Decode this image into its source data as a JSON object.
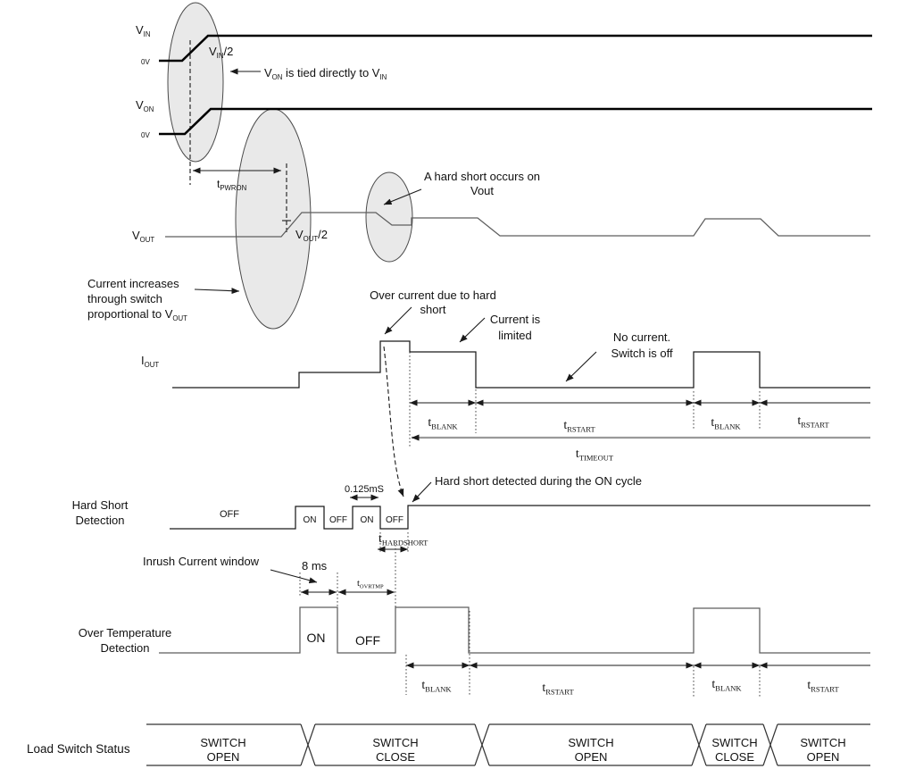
{
  "signals": {
    "vin": {
      "sym": "V",
      "sub": "IN",
      "zero": "0V"
    },
    "von": {
      "sym": "V",
      "sub": "ON",
      "zero": "0V"
    },
    "vout": {
      "sym": "V",
      "sub": "OUT"
    },
    "iout": {
      "sym": "I",
      "sub": "OUT"
    },
    "hsd": {
      "line1": "Hard Short",
      "line2": "Detection"
    },
    "otd": {
      "line1": "Over Temperature",
      "line2": "Detection"
    },
    "lss": {
      "label": "Load Switch Status"
    }
  },
  "refs": {
    "vin_half": {
      "p1": "V",
      "sub": "IN",
      "p2": "/2"
    },
    "vout_half": {
      "p1": "V",
      "sub": "OUT",
      "p2": "/2"
    }
  },
  "annotations": {
    "von_tied": {
      "p1": "V",
      "s1": "ON",
      "p2": " is tied directly to V",
      "s2": "IN"
    },
    "hard_short_vout": {
      "line1": "A hard short occurs on",
      "line2": "Vout"
    },
    "current_increases": {
      "line1": "Current increases",
      "line2": "through switch",
      "line3": "proportional to V",
      "sub": "OUT"
    },
    "over_current": {
      "line1": "Over current due to hard",
      "line2": "short"
    },
    "current_limited": {
      "line1": "Current is",
      "line2": "limited"
    },
    "no_current": {
      "line1": "No current.",
      "line2": "Switch is off"
    },
    "hard_short_detected": "Hard short detected during the ON cycle",
    "inrush_window": "Inrush Current window",
    "pulse_width": "0.125mS",
    "inrush_time": "8 ms"
  },
  "timing": {
    "pwron": {
      "t": "t",
      "sub": "PWRON"
    },
    "blank": {
      "t": "t",
      "sub": "BLANK"
    },
    "rstart": {
      "t": "t",
      "sub": "RSTART"
    },
    "timeout": {
      "t": "t",
      "sub": "TIMEOUT"
    },
    "hardshort": {
      "t": "t",
      "sub": "HARDSHORT"
    },
    "ovrtmp": {
      "t": "t",
      "sub": "OVRTMP"
    }
  },
  "hsd_states": [
    "OFF",
    "ON",
    "OFF",
    "ON",
    "OFF"
  ],
  "otd_states": [
    "ON",
    "OFF"
  ],
  "lss_segments": [
    {
      "line1": "SWITCH",
      "line2": "OPEN"
    },
    {
      "line1": "SWITCH",
      "line2": "CLOSE"
    },
    {
      "line1": "SWITCH",
      "line2": "OPEN"
    },
    {
      "line1": "SWITCH",
      "line2": "CLOSE"
    },
    {
      "line1": "SWITCH",
      "line2": "OPEN"
    }
  ],
  "colors": {
    "line": "#1a1a1a",
    "gray_line": "#999999",
    "highlight_fill": "#e9e9e9",
    "highlight_stroke": "#4a4a4a"
  }
}
